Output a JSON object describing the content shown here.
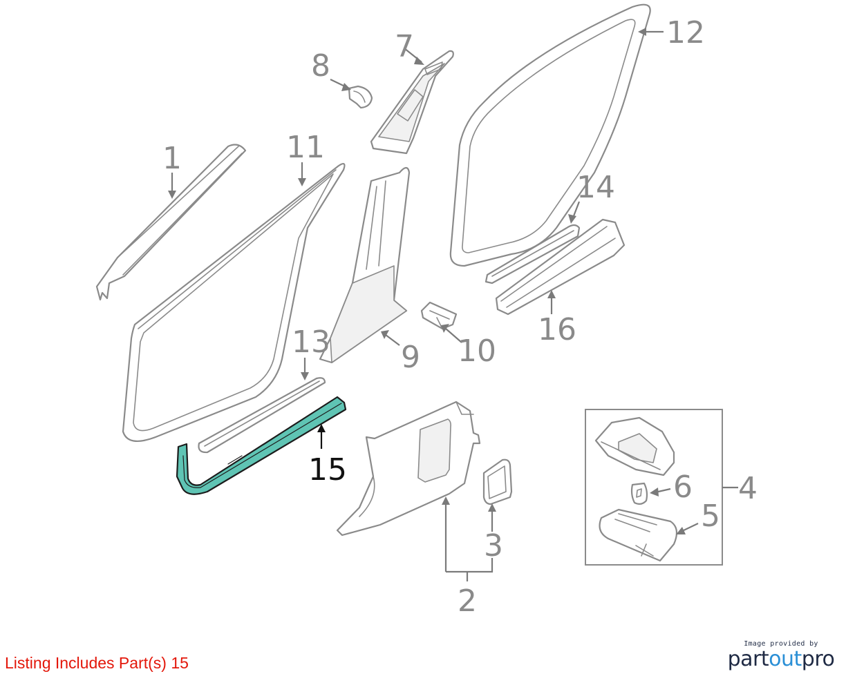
{
  "callouts": {
    "p1": "1",
    "p2": "2",
    "p3": "3",
    "p4": "4",
    "p5": "5",
    "p6": "6",
    "p7": "7",
    "p8": "8",
    "p9": "9",
    "p10": "10",
    "p11": "11",
    "p12": "12",
    "p13": "13",
    "p14": "14",
    "p15": "15",
    "p16": "16"
  },
  "highlighted_part": "15",
  "colors": {
    "highlight": "#5fc4b4",
    "listing_text": "#e3170a",
    "callout_gray": "#8a8a8a"
  },
  "listing_text": "Listing Includes Part(s) 15",
  "credit": {
    "small": "Image provided by",
    "brand_main": "part",
    "brand_accent": "out",
    "brand_end": "pro"
  }
}
